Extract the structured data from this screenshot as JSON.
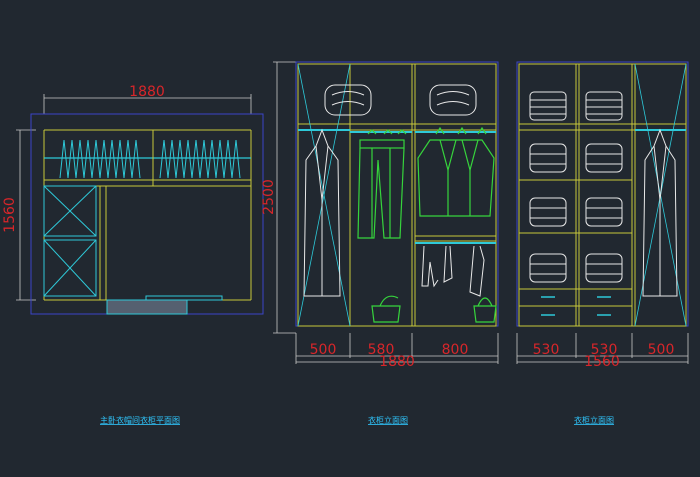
{
  "colors": {
    "background": "#212830",
    "outline": "#3a45c8",
    "frame": "#c8c83a",
    "cyan": "#2ec9d8",
    "green": "#36d43c",
    "white": "#e8e8e8",
    "dimension": "#d8262a",
    "caption": "#2fc8ff"
  },
  "plan_view": {
    "width_label": "1880",
    "depth_label": "1560",
    "caption": "主卧衣帽间衣柜平面图"
  },
  "front_elevation": {
    "height_label": "2500",
    "segment_labels": [
      "500",
      "580",
      "800"
    ],
    "total_label": "1880",
    "caption": "衣柜立面图"
  },
  "side_elevation": {
    "segment_labels": [
      "530",
      "530",
      "500"
    ],
    "total_label": "1560",
    "caption": "衣柜立面图"
  }
}
